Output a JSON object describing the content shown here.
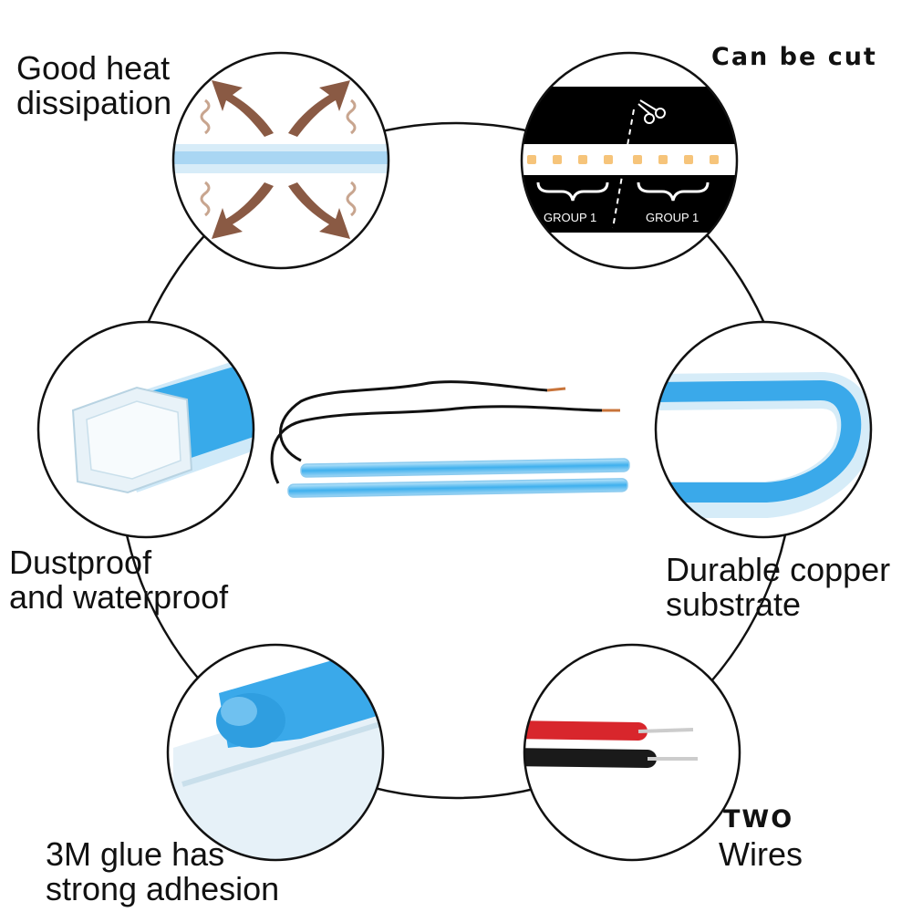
{
  "features": {
    "heat": {
      "line1": "Good heat",
      "line2": "dissipation"
    },
    "cut": {
      "title": "Can be cut",
      "group_left": "GROUP 1",
      "group_right": "GROUP 1"
    },
    "dust": {
      "line1": "Dustproof",
      "line2": "and waterproof"
    },
    "copper": {
      "line1": "Durable copper",
      "line2": "substrate"
    },
    "glue": {
      "line1": "3M glue has",
      "line2": "strong adhesion"
    },
    "wires": {
      "line1": "TWO",
      "line2": "Wires"
    }
  },
  "icons": [
    "heat-arrow-icon",
    "scissors-icon",
    "brace-icon"
  ],
  "colors": {
    "strip_blue": "#2ea0e6",
    "wire_red": "#d8262c",
    "wire_black": "#1a1a1a",
    "arrow_brown": "#8a5a44",
    "ring": "#111111"
  }
}
